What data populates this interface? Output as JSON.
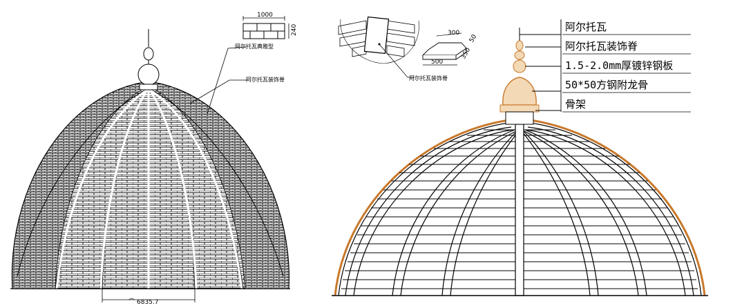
{
  "left_drawing": {
    "tile_width": "1000",
    "tile_height": "240",
    "label_tile": "阿尔托瓦典雅型",
    "label_ridge": "阿尔托瓦装饰脊",
    "base_arc": "6835.7"
  },
  "detail_drawing": {
    "label": "阿尔托瓦装饰脊",
    "dim_top": "300",
    "dim_right_a": "50",
    "dim_right_b": "350",
    "dim_bottom": "500"
  },
  "legend": [
    "阿尔托瓦",
    "阿尔托瓦装饰脊",
    "1.5-2.0mm厚镀锌钢板",
    "50*50方钢附龙骨",
    "骨架"
  ],
  "colors": {
    "ink": "#000000",
    "copper": "#c8782a"
  }
}
